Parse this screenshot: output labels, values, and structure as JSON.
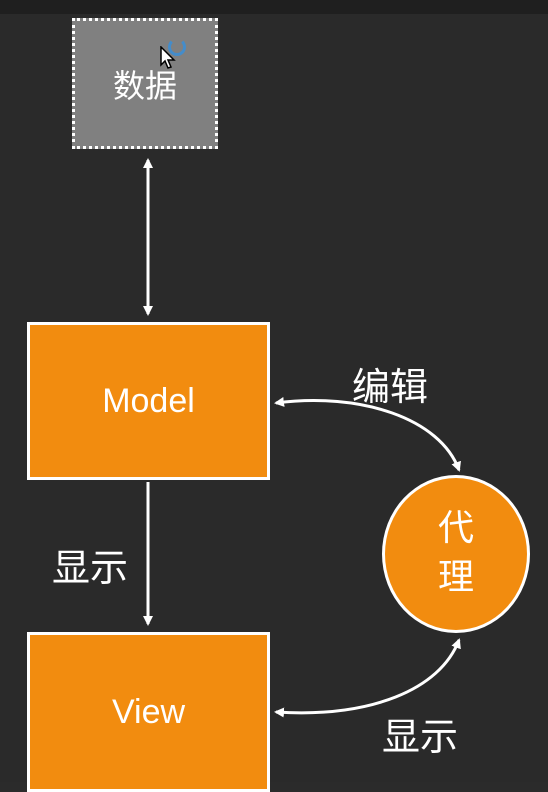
{
  "diagram": {
    "data_box": {
      "label": "数据"
    },
    "model_box": {
      "label": "Model"
    },
    "view_box": {
      "label": "View"
    },
    "proxy_node": {
      "label": "代理"
    },
    "edges": [
      {
        "from": "数据",
        "to": "Model",
        "label": "",
        "direction": "both"
      },
      {
        "from": "Model",
        "to": "View",
        "label": "显示",
        "direction": "forward"
      },
      {
        "from": "Model",
        "to": "代理",
        "label": "编辑",
        "direction": "both"
      },
      {
        "from": "View",
        "to": "代理",
        "label": "显示",
        "direction": "both"
      }
    ],
    "edge_labels": {
      "edit": "编辑",
      "show_left": "显示",
      "show_right": "显示"
    },
    "colors": {
      "background": "#2a2a2a",
      "node_orange": "#f28c0f",
      "data_gray": "#808080",
      "stroke_white": "#ffffff"
    }
  }
}
